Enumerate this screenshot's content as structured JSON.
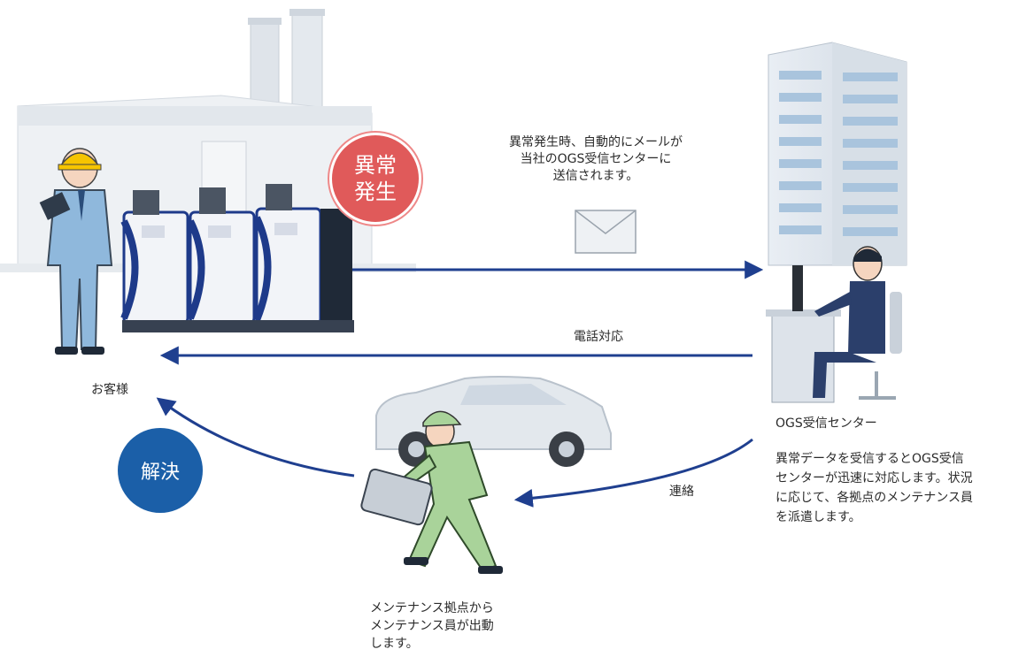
{
  "badges": {
    "anomaly_line1": "異常",
    "anomaly_line2": "発生",
    "resolved": "解決"
  },
  "labels": {
    "email_line1": "異常発生時、自動的にメールが",
    "email_line2": "当社のOGS受信センターに",
    "email_line3": "送信されます。",
    "phone": "電話対応",
    "customer": "お客様",
    "contact": "連絡",
    "center_name": "OGS受信センター",
    "center_desc_line1": "異常データを受信するとOGS受信",
    "center_desc_line2": "センターが迅速に対応します。状況",
    "center_desc_line3": "に応じて、各拠点のメンテナンス員",
    "center_desc_line4": "を派遣します。",
    "dispatch_line1": "メンテナンス拠点から",
    "dispatch_line2": "メンテナンス員が出動",
    "dispatch_line3": "します。"
  },
  "colors": {
    "arrow": "#1f3f8f",
    "anomaly_badge": "#e05a5a",
    "resolved_badge": "#1b5fa8",
    "worker_suit": "#8fb8dc",
    "mechanic_suit": "#a9d39a",
    "boiler_blue": "#1e3a8a"
  },
  "icons": {
    "customer": "customer-worker-icon",
    "factory": "factory-icon",
    "boilers": "boiler-units-icon",
    "email": "envelope-icon",
    "building": "office-building-icon",
    "operator": "operator-at-desk-icon",
    "car": "service-car-icon",
    "mechanic": "mechanic-with-toolbox-icon"
  }
}
